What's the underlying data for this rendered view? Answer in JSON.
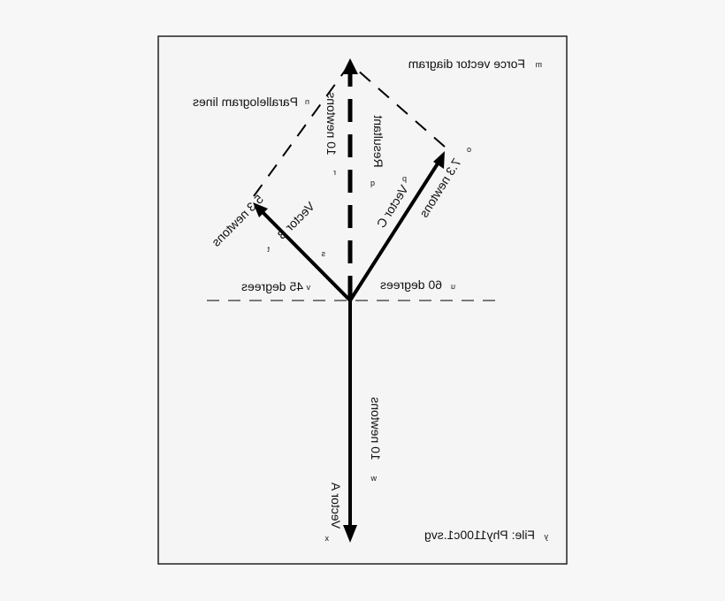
{
  "diagram": {
    "title": {
      "letter": "m",
      "text": "Force vector diagram"
    },
    "parallelogram": {
      "letter": "n",
      "text": "Parallelogram lines"
    },
    "resultant": {
      "letter": "q",
      "name": "Resultant",
      "mag_letter": "r",
      "magnitude": "10 newtons"
    },
    "vector_c": {
      "letter": "p",
      "name": "Vector C",
      "mag_letter": "o",
      "magnitude": "7.3 newtons",
      "angle_letter": "u",
      "angle": "60 degrees"
    },
    "vector_b": {
      "letter": "s",
      "name": "Vector B",
      "mag_letter": "t",
      "magnitude": "5.3 newtons",
      "angle_letter": "v",
      "angle": "45 degrees"
    },
    "vector_a": {
      "letter": "x",
      "name": "Vector A",
      "mag_letter": "w",
      "magnitude": "10 newtons"
    },
    "file": {
      "letter": "y",
      "text": "File: Phy1100c1.svg"
    },
    "mirrored": true,
    "colors": {
      "line": "#000000",
      "panel": "#f5f5f5",
      "background": "#f7f7f7"
    }
  }
}
